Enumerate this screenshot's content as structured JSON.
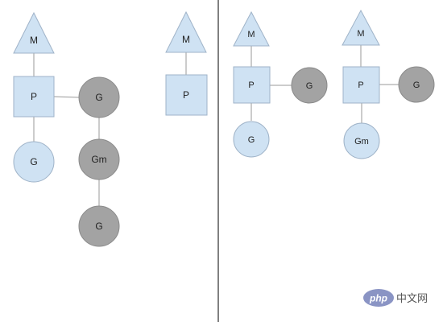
{
  "diagram": {
    "labels": {
      "machine": "M",
      "processor": "P",
      "goroutine": "G",
      "gm": "Gm"
    },
    "colors": {
      "light_node_fill": "#cfe2f3",
      "light_node_stroke": "#9fb3c8",
      "dark_node_fill": "#a3a3a3",
      "dark_node_stroke": "#8a8a8a",
      "edge": "#999999",
      "divider": "#000000"
    }
  },
  "watermark": {
    "logo_text": "php",
    "site_text": "中文网"
  }
}
